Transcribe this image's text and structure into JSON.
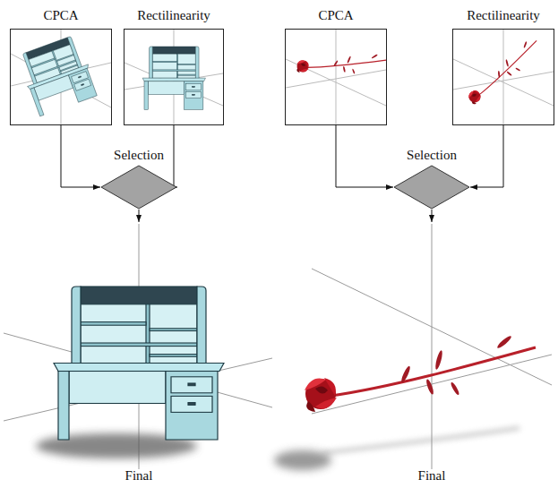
{
  "diagram": {
    "nodes": [
      {
        "text": [
          "CPCA"
        ]
      },
      {
        "text": [
          "Rectilinearity"
        ]
      },
      {
        "text": [
          "Selection"
        ]
      },
      {
        "text": [
          "Final"
        ]
      },
      {
        "text": [
          "CPCA"
        ]
      },
      {
        "text": [
          "Rectilinearity"
        ]
      },
      {
        "text": [
          "Selection"
        ]
      },
      {
        "text": [
          "Final"
        ]
      }
    ],
    "edges": [
      {
        "from": 0,
        "to": 2,
        "arrow": "to"
      },
      {
        "from": 1,
        "to": 2,
        "arrow": "to"
      },
      {
        "from": 2,
        "to": 3,
        "arrow": "to"
      },
      {
        "from": 4,
        "to": 6,
        "arrow": "to"
      },
      {
        "from": 5,
        "to": 6,
        "arrow": "to"
      },
      {
        "from": 6,
        "to": 7,
        "arrow": "to"
      }
    ]
  }
}
